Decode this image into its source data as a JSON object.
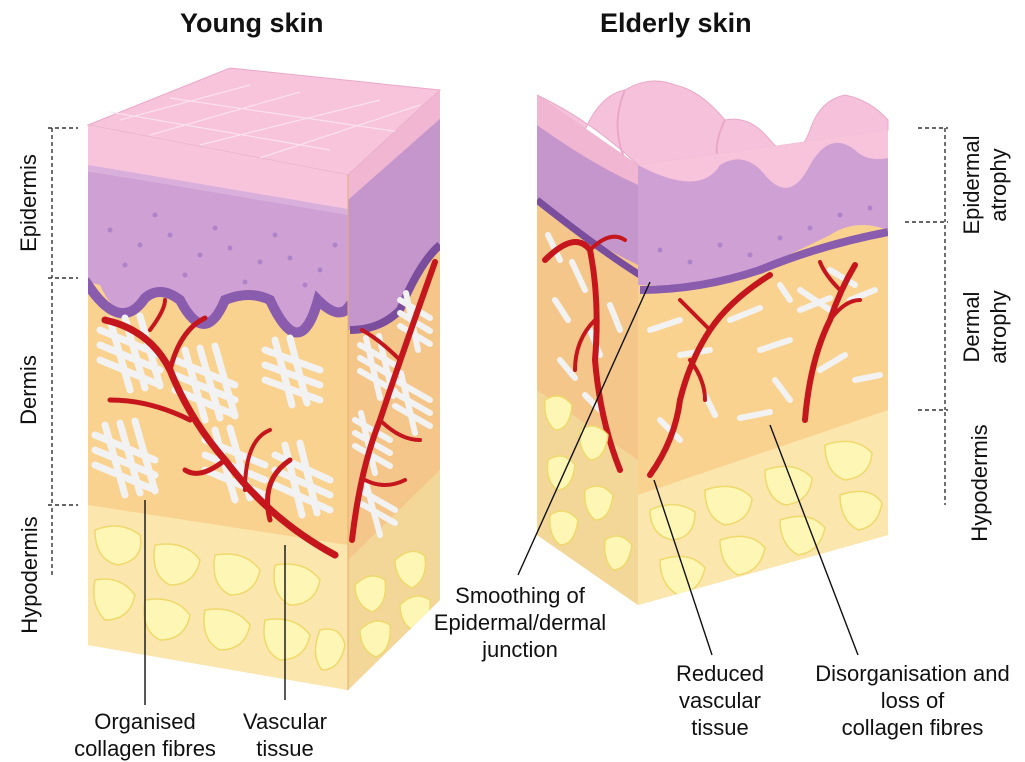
{
  "titles": {
    "young": "Young skin",
    "elderly": "Elderly skin"
  },
  "left_layers": {
    "epidermis": "Epidermis",
    "dermis": "Dermis",
    "hypodermis": "Hypodermis"
  },
  "right_layers": {
    "epidermal_atrophy": [
      "Epidermal",
      "atrophy"
    ],
    "dermal_atrophy": [
      "Dermal",
      "atrophy"
    ],
    "hypodermis": "Hypodermis"
  },
  "annotations": {
    "organised": [
      "Organised",
      "collagen fibres"
    ],
    "vascular": [
      "Vascular",
      "tissue"
    ],
    "smoothing": [
      "Smoothing of",
      "Epidermal/dermal",
      "junction"
    ],
    "reduced": [
      "Reduced",
      "vascular",
      "tissue"
    ],
    "disorganisation": [
      "Disorganisation and",
      "loss of",
      "collagen fibres"
    ]
  },
  "colors": {
    "surface": "#f7c4dc",
    "epidermis_side": "#d3a8d8",
    "basal_layer": "#8a5cae",
    "dermis": "#f9d28f",
    "hypodermis": "#fbe6ad",
    "fat_cell": "#fdf6b5",
    "vessel": "#c4161c",
    "collagen": "#f2f2f2"
  }
}
